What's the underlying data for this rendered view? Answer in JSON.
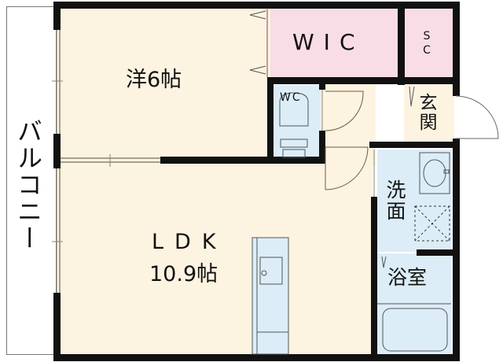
{
  "floor_plan": {
    "rooms": {
      "western_room": {
        "label": "洋6帖"
      },
      "wic": {
        "label": "WIC"
      },
      "sc": {
        "label": "SC"
      },
      "wc": {
        "label": "WC"
      },
      "entrance": {
        "label": "玄関"
      },
      "washroom": {
        "label": "洗面"
      },
      "bathroom": {
        "label": "浴室"
      },
      "ldk": {
        "label": "LDK",
        "size": "10.9帖"
      },
      "balcony": {
        "label": "バルコニー"
      }
    },
    "colors": {
      "living": "#fdf3e1",
      "storage": "#f9dde6",
      "wet_area": "#dcedf8",
      "wall": "#111111"
    }
  }
}
